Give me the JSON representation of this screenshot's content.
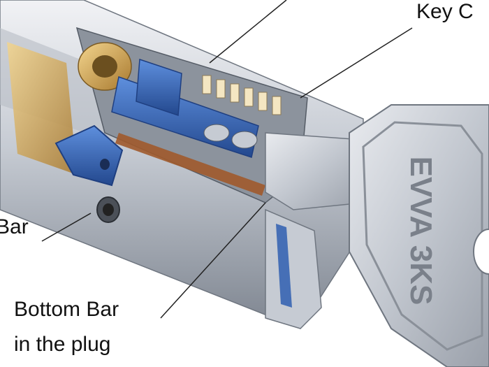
{
  "diagram": {
    "labels": {
      "key_c": "Key C",
      "bar": "Bar",
      "bottom_bar_line1": "Bottom Bar",
      "bottom_bar_line2": "in the plug"
    },
    "key_engraving": "EVVA 3KS",
    "colors": {
      "background": "#ffffff",
      "steel_light": "#dfe2e8",
      "steel_mid": "#aab0ba",
      "steel_dark": "#6f7680",
      "blue_accent": "#2f5fb0",
      "blue_dark": "#1f3f80",
      "brass": "#c9a15a",
      "leader_line": "#222222"
    }
  }
}
